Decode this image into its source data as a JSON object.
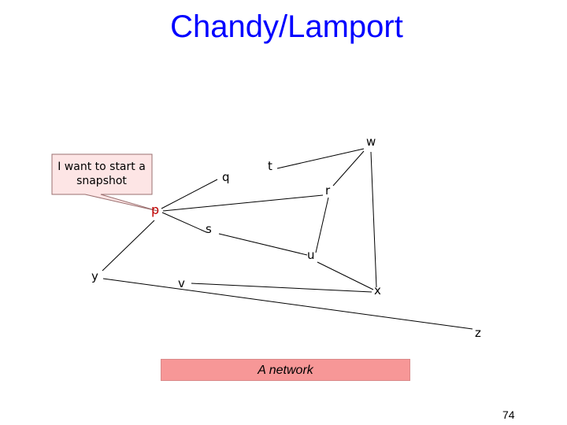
{
  "slide": {
    "title": "Chandy/Lamport",
    "page_number": "74"
  },
  "callout": {
    "text": "I want to start a snapshot",
    "fill": "#fde5e5",
    "stroke": "#9a6f6f"
  },
  "caption": {
    "text": "A network",
    "fill": "#f79797"
  },
  "graph": {
    "nodes": [
      {
        "id": "w",
        "label": "w"
      },
      {
        "id": "q",
        "label": "q"
      },
      {
        "id": "t",
        "label": "t"
      },
      {
        "id": "r",
        "label": "r"
      },
      {
        "id": "p",
        "label": "p",
        "color": "#c00000"
      },
      {
        "id": "s",
        "label": "s"
      },
      {
        "id": "u",
        "label": "u"
      },
      {
        "id": "y",
        "label": "y"
      },
      {
        "id": "v",
        "label": "v"
      },
      {
        "id": "x",
        "label": "x"
      },
      {
        "id": "z",
        "label": "z"
      }
    ],
    "edges": [
      [
        "p",
        "q"
      ],
      [
        "p",
        "r"
      ],
      [
        "p",
        "s"
      ],
      [
        "p",
        "y"
      ],
      [
        "t",
        "w"
      ],
      [
        "w",
        "r"
      ],
      [
        "w",
        "x"
      ],
      [
        "r",
        "u"
      ],
      [
        "s",
        "u"
      ],
      [
        "u",
        "x"
      ],
      [
        "y",
        "z"
      ],
      [
        "v",
        "x"
      ]
    ],
    "line_color": "#000000"
  }
}
